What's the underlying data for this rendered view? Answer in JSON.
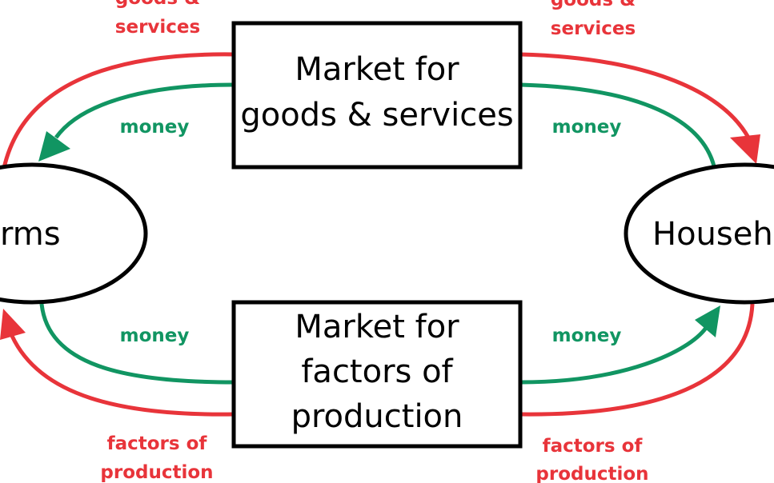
{
  "colors": {
    "goods_flow": "#e8343a",
    "money_flow": "#119562",
    "outline": "#000000"
  },
  "nodes": {
    "firms": {
      "label": "rms"
    },
    "households": {
      "label": "Househ"
    }
  },
  "markets": {
    "goods": {
      "line1": "Market for",
      "line2": "goods & services"
    },
    "factors": {
      "line1": "Market for",
      "line2": "factors of",
      "line3": "production"
    }
  },
  "flow_labels": {
    "top_left_goods": {
      "line1": "goods &",
      "line2": "services"
    },
    "top_right_goods": {
      "line1": "goods &",
      "line2": "services"
    },
    "top_left_money": "money",
    "top_right_money": "money",
    "bottom_left_money": "money",
    "bottom_right_money": "money",
    "bottom_left_factors": {
      "line1": "factors of",
      "line2": "production"
    },
    "bottom_right_factors": {
      "line1": "factors of",
      "line2": "production"
    }
  }
}
